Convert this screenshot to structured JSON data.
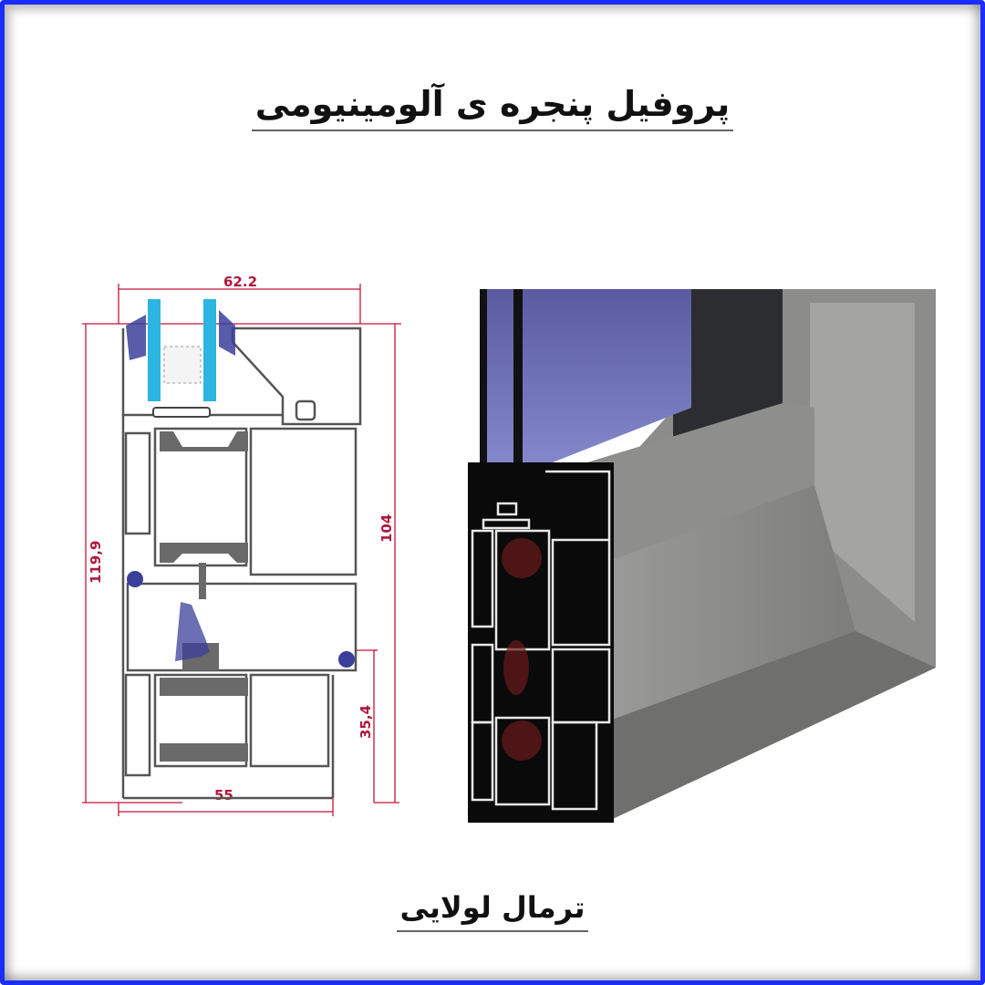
{
  "title": "پروفیل پنجره ی آلومینیومی",
  "subtitle": "ترمال لولایی",
  "colors": {
    "frame_border": "#1a2cff",
    "dimension_lines": "#c0163a",
    "glass_blue": "#2bb5e0",
    "gasket": "#3b3f9a",
    "profile_render": "#8a8a88",
    "glass_render": "#6e72b8"
  },
  "drawing": {
    "dimensions": {
      "top_width": "62.2",
      "bottom_width": "55",
      "overall_height": "119,9",
      "frame_height": "104",
      "sash_offset": "35,4"
    }
  }
}
